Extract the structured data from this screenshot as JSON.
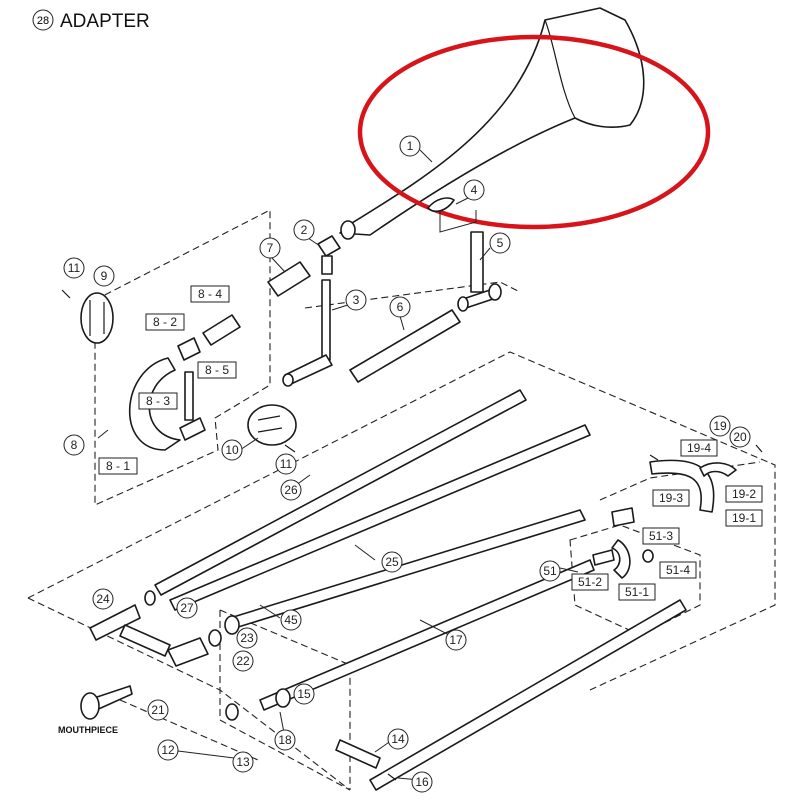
{
  "header": {
    "section_number": "28",
    "title": "ADAPTER"
  },
  "mouthpiece_label": "MOUTHPIECE",
  "highlight_color": "#d7141a",
  "callouts": {
    "c1": "1",
    "c2": "2",
    "c3": "3",
    "c4": "4",
    "c5": "5",
    "c6": "6",
    "c7": "7",
    "c8": "8",
    "c9": "9",
    "c10": "10",
    "c11a": "11",
    "c11b": "11",
    "c12": "12",
    "c13": "13",
    "c14": "14",
    "c15": "15",
    "c16": "16",
    "c17": "17",
    "c18": "18",
    "c19": "19",
    "c20": "20",
    "c21": "21",
    "c22": "22",
    "c23": "23",
    "c24": "24",
    "c25": "25",
    "c26": "26",
    "c27": "27",
    "c45": "45",
    "c51": "51",
    "b8_4": "8 - 4",
    "b8_2": "8 - 2",
    "b8_5": "8 - 5",
    "b8_3": "8 - 3",
    "b8_1": "8 - 1",
    "b19_4": "19-4",
    "b19_3": "19-3",
    "b19_2": "19-2",
    "b19_1": "19-1",
    "b51_3": "51-3",
    "b51_4": "51-4",
    "b51_2": "51-2",
    "b51_1": "51-1"
  }
}
